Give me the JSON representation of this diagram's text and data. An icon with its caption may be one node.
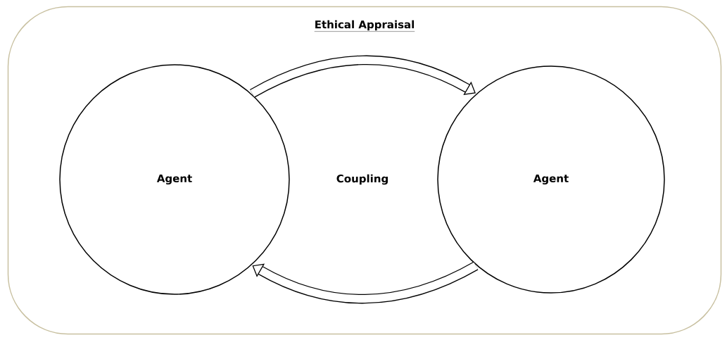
{
  "diagram": {
    "nodes": [
      {
        "text": [
          "Ethical Appraisal"
        ]
      },
      {
        "text": [
          "Agent"
        ],
        "in": 0
      },
      {
        "text": [
          "Agent"
        ],
        "in": 0
      }
    ],
    "edges": [
      {
        "from": 1,
        "to": 2,
        "arrow": "to"
      },
      {
        "from": 2,
        "to": 1,
        "arrow": "to"
      }
    ],
    "labels": [
      "Coupling"
    ]
  }
}
